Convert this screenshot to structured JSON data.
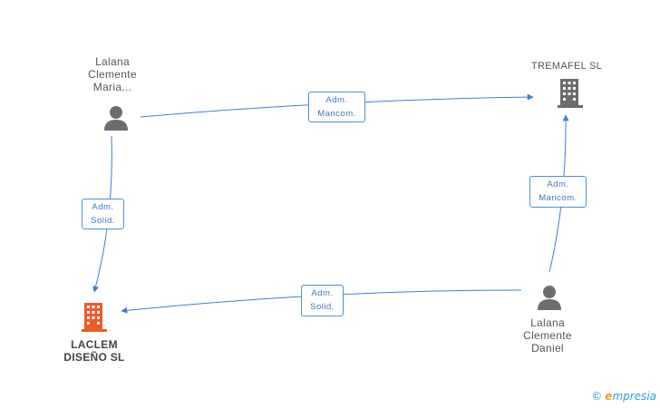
{
  "nodes": {
    "person1": {
      "label_lines": [
        "Lalana",
        "Clemente",
        "Maria..."
      ],
      "type": "person"
    },
    "company1": {
      "label": "TREMAFEL  SL",
      "type": "company"
    },
    "company2": {
      "label_lines": [
        "LACLEM",
        "DISEÑO SL"
      ],
      "type": "company",
      "color": "#f05a28"
    },
    "person2": {
      "label_lines": [
        "Lalana",
        "Clemente",
        "Daniel"
      ],
      "type": "person"
    }
  },
  "edges": [
    {
      "from": "person1",
      "to": "company1",
      "label_lines": [
        "Adm.",
        "Mancom."
      ]
    },
    {
      "from": "person1",
      "to": "company2",
      "label_lines": [
        "Adm.",
        "Solid."
      ]
    },
    {
      "from": "person2",
      "to": "company1",
      "label_lines": [
        "Adm.",
        "Mancom."
      ]
    },
    {
      "from": "person2",
      "to": "company2",
      "label_lines": [
        "Adm.",
        "Solid."
      ]
    }
  ],
  "colors": {
    "edge": "#3a7fd5",
    "person_icon": "#6d6d6d",
    "company_icon": "#6d6d6d",
    "company_highlight": "#f05a28"
  },
  "brand": {
    "copyright": "©",
    "initial": "e",
    "rest": "mpresia"
  }
}
